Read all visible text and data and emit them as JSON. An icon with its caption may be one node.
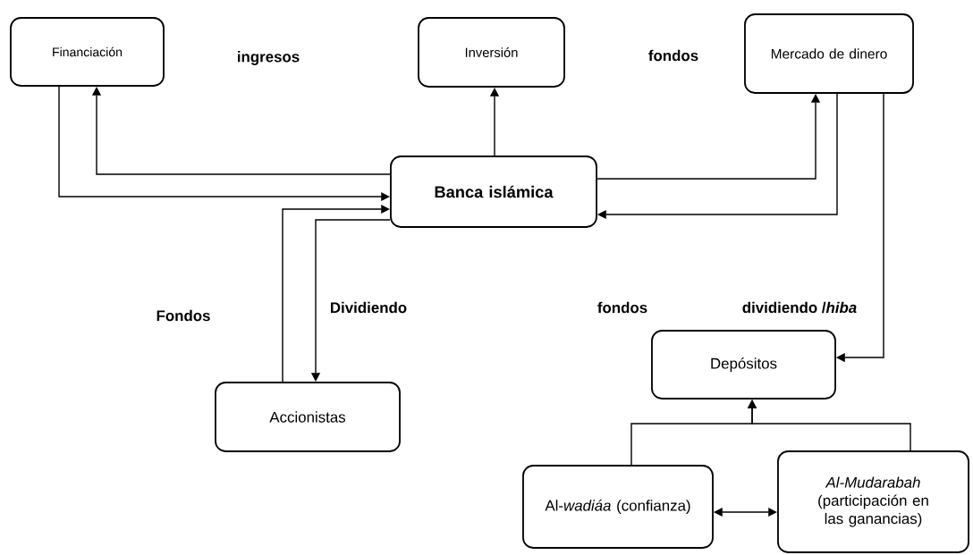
{
  "diagram": {
    "nodes": [
      {
        "text": [
          "Financiación"
        ]
      },
      {
        "text": [
          "Inversión"
        ]
      },
      {
        "text": [
          "Mercado de dinero"
        ]
      },
      {
        "text": [
          "Banca islámica"
        ]
      },
      {
        "text": [
          "Accionistas"
        ]
      },
      {
        "text": [
          "Depósitos"
        ]
      },
      {
        "text": [
          "Al-*wadiáa* (confianza)"
        ]
      },
      {
        "text": [
          "*Al-Mudarabah* (participación en las ganancias)"
        ]
      }
    ],
    "edges": [
      {
        "from": 0,
        "to": 3,
        "arrow": "to"
      },
      {
        "from": 3,
        "to": 0,
        "arrow": "to"
      },
      {
        "from": 3,
        "to": 1,
        "arrow": "to"
      },
      {
        "from": 3,
        "to": 2,
        "arrow": "to"
      },
      {
        "from": 2,
        "to": 3,
        "arrow": "to"
      },
      {
        "from": 2,
        "to": 5,
        "arrow": "to"
      },
      {
        "from": 4,
        "to": 3,
        "arrow": "to"
      },
      {
        "from": 3,
        "to": 4,
        "arrow": "to"
      },
      {
        "from": 6,
        "to": 5,
        "arrow": "to"
      },
      {
        "from": 7,
        "to": 5,
        "arrow": "to"
      },
      {
        "from": 6,
        "to": 7,
        "arrow": "both"
      }
    ],
    "labels": [
      "ingresos",
      "fondos",
      "Fondos",
      "Dividiendo",
      "fondos",
      "dividiendo /*hiba*"
    ]
  }
}
